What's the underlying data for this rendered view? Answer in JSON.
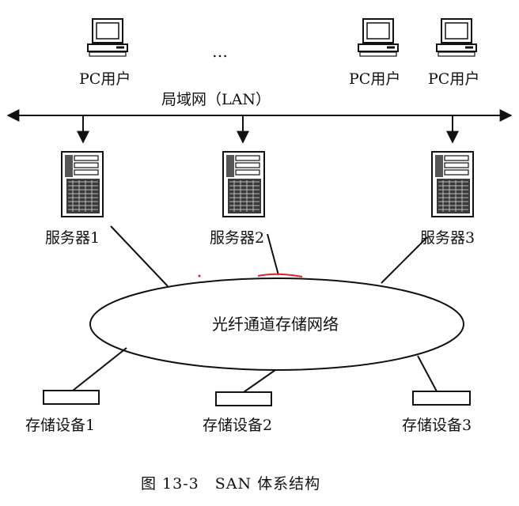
{
  "diagram": {
    "pc_users": [
      "PC用户",
      "PC用户",
      "PC用户"
    ],
    "ellipsis": "…",
    "lan_label": "局域网（LAN）",
    "servers": [
      "服务器1",
      "服务器2",
      "服务器3"
    ],
    "fc_network": "光纤通道存储网络",
    "storage_devices": [
      "存储设备1",
      "存储设备2",
      "存储设备3"
    ],
    "caption": "图 13-3　SAN 体系结构",
    "colors": {
      "line": "#111111",
      "mark": "#e0202a",
      "background": "#ffffff"
    }
  }
}
